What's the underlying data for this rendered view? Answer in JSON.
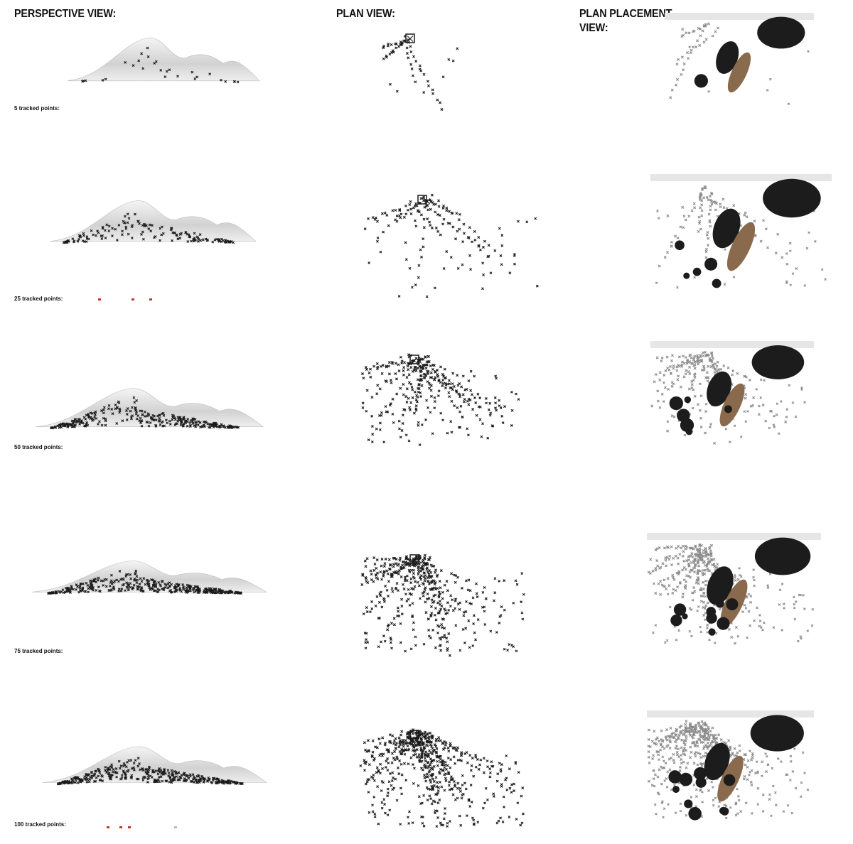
{
  "headers": {
    "perspective": "PERSPECTIVE VIEW:",
    "plan": "PLAN VIEW:",
    "placement_line1": "PLAN PLACEMENT",
    "placement_line2": "VIEW:"
  },
  "rows": [
    {
      "label": "5 tracked points:",
      "tracked_points": 5
    },
    {
      "label": "25 tracked points:",
      "tracked_points": 25
    },
    {
      "label": "50 tracked points:",
      "tracked_points": 50
    },
    {
      "label": "75 tracked points:",
      "tracked_points": 75
    },
    {
      "label": "100 tracked points:",
      "tracked_points": 100
    }
  ],
  "colors": {
    "points": "#1a1a1a",
    "points_gray": "#8a8a8a",
    "terrain": "#d9d9d9",
    "ellipse_dark": "#1c1c1c",
    "ellipse_brown": "#8a6a4c",
    "accent_red": "#c0392b"
  }
}
